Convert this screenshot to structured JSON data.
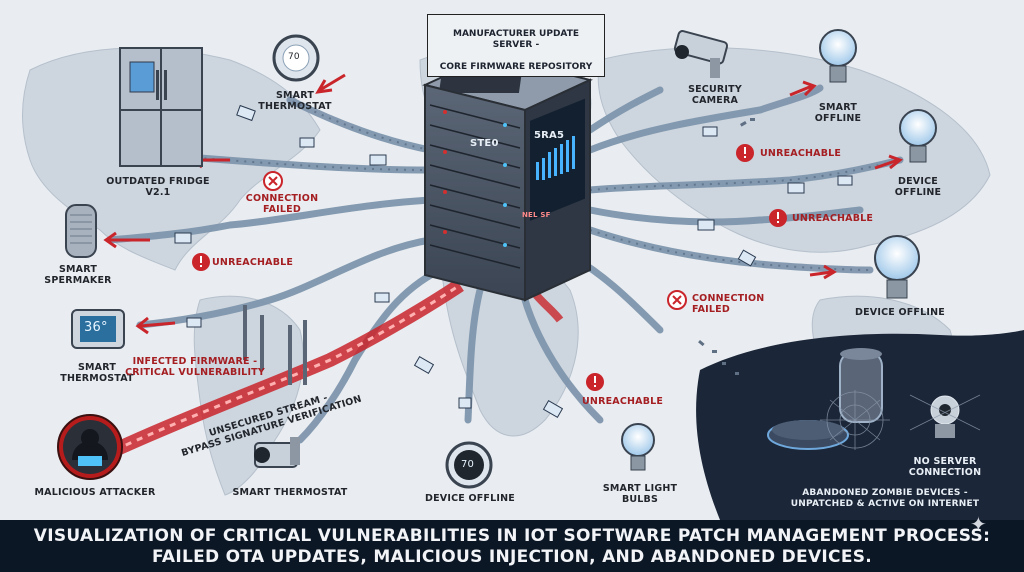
{
  "server": {
    "title_line1": "MANUFACTURER UPDATE SERVER -",
    "title_line2": "CORE FIRMWARE REPOSITORY",
    "screen_left": "STE0",
    "screen_right": "5RA5",
    "screen_mid": "NEL  SF"
  },
  "devices": {
    "fridge": "OUTDATED FRIDGE\nV2.1",
    "thermostat_top": "SMART\nTHERMOSTAT",
    "thermostat_top_display": "70",
    "speaker": "SMART\nSPERMAKER",
    "thermostat_left": "SMART\nTHERMOSTAT",
    "thermostat_left_display": "36°",
    "attacker": "MALICIOUS ATTACKER",
    "camera_bottom": "SMART THERMOSTAT",
    "device_offline_bottom": "DEVICE OFFLINE",
    "thermostat_bottom_display": "70",
    "light_bulbs": "SMART LIGHT\nBULBS",
    "security_camera": "SECURITY\nCAMERA",
    "smart_offline": "SMART\nOFFLINE",
    "device_offline_right1": "DEVICE\nOFFLINE",
    "device_offline_right2": "DEVICE OFFLINE"
  },
  "statuses": {
    "connection_failed_left": "CONNECTION FAILED",
    "unreachable_left": "UNREACHABLE",
    "unreachable_right1": "UNREACHABLE",
    "unreachable_right2": "UNREACHABLE",
    "connection_failed_right": "CONNECTION\nFAILED",
    "unreachable_bottom": "UNREACHABLE"
  },
  "attack": {
    "infected": "INFECTED FIRMWARE -\nCRITICAL VULNERABILITY",
    "unsecured": "UNSECURED STREAM -\nBYPASS SIGNATURE VERIFICATION"
  },
  "zombie": {
    "no_server": "NO SERVER\nCONNECTION",
    "caption": "ABANDONED ZOMBIE DEVICES -\nUNPATCHED & ACTIVE ON INTERNET"
  },
  "footer": {
    "line1": "VISUALIZATION OF CRITICAL VULNERABILITIES IN IOT SOFTWARE PATCH MANAGEMENT PROCESS:",
    "line2": "FAILED OTA UPDATES, MALICIOUS INJECTION, AND ABANDONED DEVICES."
  },
  "colors": {
    "background": "#e9edf1",
    "cable": "#7f96ad",
    "error_red": "#c9252b",
    "footer_bg": "#0c1726",
    "zombie_bg": "#1b2638"
  }
}
